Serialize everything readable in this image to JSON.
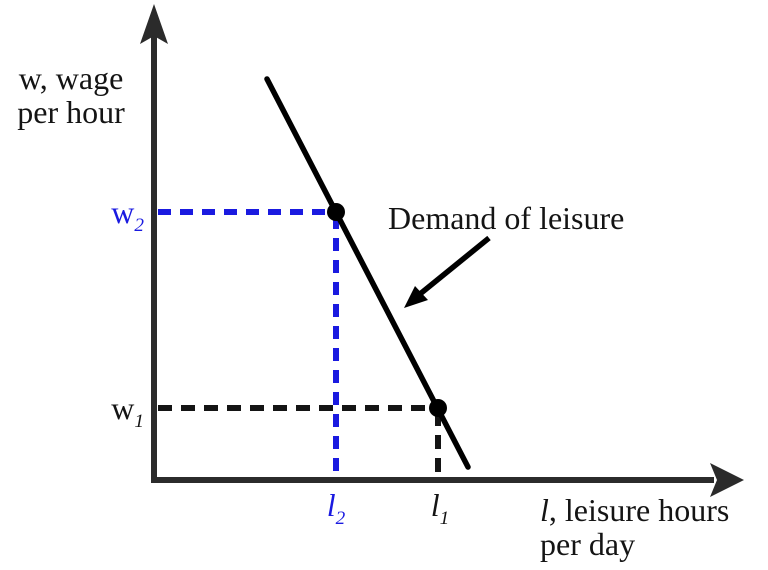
{
  "figure": {
    "y_axis_label": {
      "line1": "w, wage",
      "line2": "per hour"
    },
    "x_axis_label": {
      "var": "l",
      "rest": ", leisure hours",
      "line2": "per day"
    },
    "curve_label": "Demand of leisure",
    "point_labels": {
      "w2": {
        "base": "w",
        "sub": "2"
      },
      "w1": {
        "base": "w",
        "sub": "1"
      },
      "l2": {
        "base": "l",
        "sub": "2"
      },
      "l1": {
        "base": "l",
        "sub": "1"
      }
    }
  },
  "colors": {
    "ink": "#141414",
    "axis": "#2b2b2b",
    "curve": "#000000",
    "accent_blue": "#1a1ae0",
    "background": "#ffffff"
  },
  "chart_data": {
    "type": "line",
    "title": "",
    "xlabel": "l, leisure hours per day",
    "ylabel": "w, wage per hour",
    "axes_numeric": false,
    "grid": false,
    "legend_position": "none",
    "series": [
      {
        "name": "Demand of leisure",
        "shape": "straight downward-sloping line",
        "slope": "negative",
        "points_symbolic": [
          {
            "x": "l2",
            "y": "w2",
            "marker": "filled-dot",
            "guide_style": "dashed",
            "guide_color": "#1a1ae0"
          },
          {
            "x": "l1",
            "y": "w1",
            "marker": "filled-dot",
            "guide_style": "dashed",
            "guide_color": "#141414"
          }
        ]
      }
    ],
    "annotations": [
      {
        "text": "Demand of leisure",
        "arrow": "points down-left to the demand line"
      }
    ],
    "relationships": [
      "l2 < l1",
      "w2 > w1",
      "higher wage w2 implies fewer leisure hours l2"
    ]
  }
}
